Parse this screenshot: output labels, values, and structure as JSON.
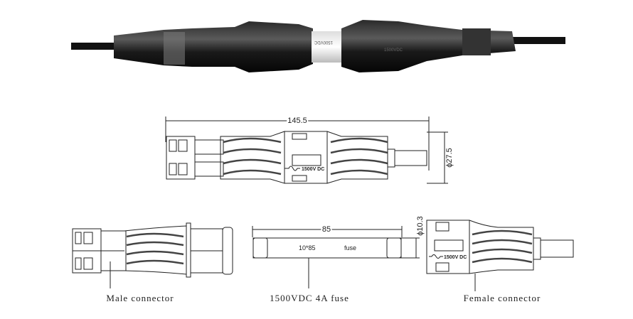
{
  "photo": {
    "marking_left": "1500VDC",
    "marking_right": "1500VDC"
  },
  "assembly_drawing": {
    "length_dim": "145.5",
    "diameter_dim": "ϕ27.5",
    "rating": "1500V DC"
  },
  "fuse_drawing": {
    "length_dim": "85",
    "diameter_dim": "ϕ10.3",
    "body_size": "10*85",
    "body_text": "fuse"
  },
  "female_rating": "1500V DC",
  "labels": {
    "male": "Male connector",
    "fuse": "1500VDC 4A fuse",
    "female": "Female connector"
  }
}
